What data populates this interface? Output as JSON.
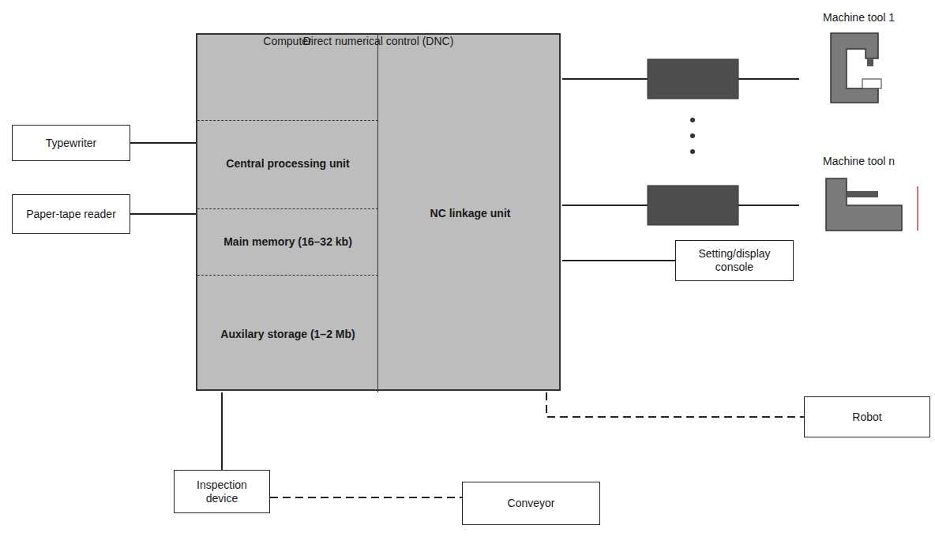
{
  "diagram": {
    "nodes": [
      {
        "text": [
          "Typewriter"
        ]
      },
      {
        "text": [
          "Paper-tape reader"
        ]
      },
      {
        "text": [
          "Direct numerical control (DNC)"
        ]
      },
      {
        "text": [
          "Computer"
        ],
        "in": 2
      },
      {
        "text": [
          "Central processing unit"
        ],
        "in": 3
      },
      {
        "text": [
          "Main memory (16–32 kb)"
        ],
        "in": 3
      },
      {
        "text": [
          "Auxilary storage (1–2 Mb)"
        ],
        "in": 3
      },
      {
        "text": [
          "NC linkage unit"
        ],
        "in": 2
      },
      {
        "text": [
          "Machine tool 1"
        ]
      },
      {
        "text": [
          "Machine tool n"
        ]
      },
      {
        "text": [
          "Setting/display console"
        ]
      },
      {
        "text": [
          "Robot"
        ]
      },
      {
        "text": [
          "Inspection device"
        ]
      },
      {
        "text": [
          "Conveyor"
        ]
      }
    ],
    "edges": [
      {
        "from": 0,
        "to": 3,
        "arrow": "none"
      },
      {
        "from": 1,
        "to": 3,
        "arrow": "none"
      },
      {
        "from": 7,
        "to": 8,
        "arrow": "none"
      },
      {
        "from": 7,
        "to": 9,
        "arrow": "none"
      },
      {
        "from": 7,
        "to": 10,
        "arrow": "none"
      },
      {
        "from": 7,
        "to": 11,
        "arrow": "none"
      },
      {
        "from": 3,
        "to": 12,
        "arrow": "none"
      },
      {
        "from": 12,
        "to": 13,
        "arrow": "none"
      }
    ]
  }
}
